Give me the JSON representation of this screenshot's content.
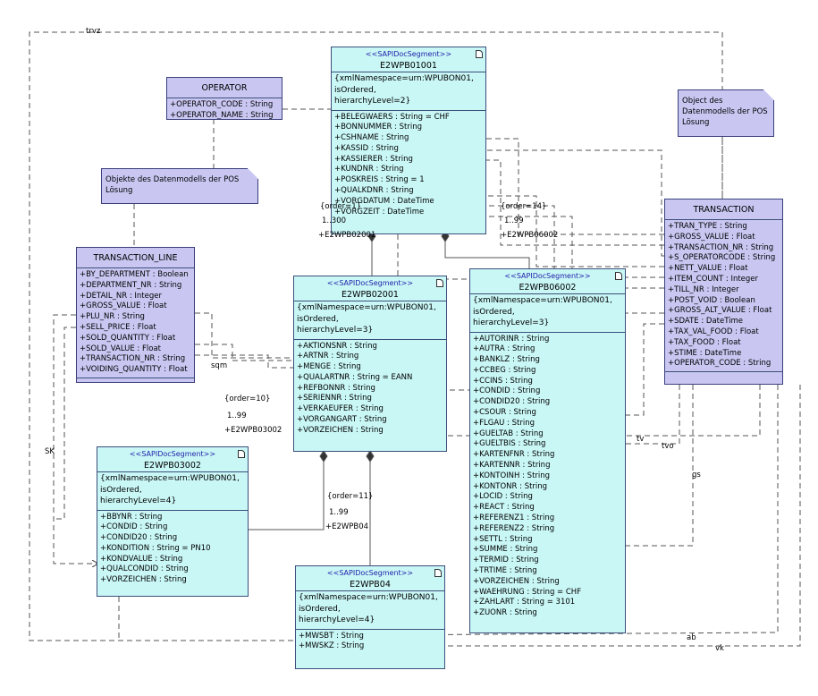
{
  "labels": {
    "trvz": "trvz",
    "sqm": "sqm",
    "sk": "SK",
    "tv": "tv",
    "tvo": "tvo",
    "gs": "gs",
    "ab": "ab",
    "vk": "vk",
    "order1": "{order=1}",
    "mult1": "1..300",
    "role1": "+E2WPB02001",
    "order14": "{order=14}",
    "mult14": "1..99",
    "role14": "+E2WPB06002",
    "order10": "{order=10}",
    "mult10": "1..99",
    "role10": "+E2WPB03002",
    "order11": "{order=11}",
    "mult11": "1..99",
    "role11": "+E2WPB04"
  },
  "notes": {
    "pos_left": "Objekte des Datenmodells der POS Lösung",
    "pos_right": "Object des Datenmodells der POS Lösung"
  },
  "classes": {
    "operator": {
      "name": "OPERATOR",
      "attrs": [
        "+OPERATOR_CODE : String",
        "+OPERATOR_NAME : String"
      ]
    },
    "transaction_line": {
      "name": "TRANSACTION_LINE",
      "attrs": [
        "+BY_DEPARTMENT : Boolean",
        "+DEPARTMENT_NR : String",
        "+DETAIL_NR : Integer",
        "+GROSS_VALUE : Float",
        "+PLU_NR : String",
        "+SELL_PRICE : Float",
        "+SOLD_QUANTITY : Float",
        "+SOLD_VALUE : Float",
        "+TRANSACTION_NR : String",
        "+VOIDING_QUANTITY : Float"
      ]
    },
    "transaction": {
      "name": "TRANSACTION",
      "attrs": [
        "+TRAN_TYPE : String",
        "+GROSS_VALUE : Float",
        "+TRANSACTION_NR : String",
        "+S_OPERATORCODE : String",
        "+NETT_VALUE : Float",
        "+ITEM_COUNT : Integer",
        "+TILL_NR : Integer",
        "+POST_VOID : Boolean",
        "+GROSS_ALT_VALUE : Float",
        "+SDATE : DateTime",
        "+TAX_VAL_FOOD : Float",
        "+TAX_FOOD : Float",
        "+STIME : DateTime",
        "+OPERATOR_CODE : String"
      ]
    }
  },
  "segments": {
    "e2wpb01001": {
      "stereotype": "<<SAPIDocSegment>>",
      "name": "E2WPB01001",
      "tags": [
        "{xmlNamespace=urn:WPUBON01,",
        "isOrdered,",
        "hierarchyLevel=2}"
      ],
      "attrs": [
        "+BELEGWAERS : String = CHF",
        "+BONNUMMER : String",
        "+CSHNAME : String",
        "+KASSID : String",
        "+KASSIERER : String",
        "+KUNDNR : String",
        "+POSKREIS : String = 1",
        "+QUALKDNR : String",
        "+VORGDATUM : DateTime",
        "+VORGZEIT : DateTime"
      ]
    },
    "e2wpb02001": {
      "stereotype": "<<SAPIDocSegment>>",
      "name": "E2WPB02001",
      "tags": [
        "{xmlNamespace=urn:WPUBON01,",
        "isOrdered,",
        "hierarchyLevel=3}"
      ],
      "attrs": [
        "+AKTIONSNR : String",
        "+ARTNR : String",
        "+MENGE : String",
        "+QUALARTNR : String = EANN",
        "+REFBONNR : String",
        "+SERIENNR : String",
        "+VERKAEUFER : String",
        "+VORGANGART : String",
        "+VORZEICHEN : String"
      ]
    },
    "e2wpb06002": {
      "stereotype": "<<SAPIDocSegment>>",
      "name": "E2WPB06002",
      "tags": [
        "{xmlNamespace=urn:WPUBON01,",
        "isOrdered,",
        "hierarchyLevel=3}"
      ],
      "attrs": [
        "+AUTORINR : String",
        "+AUTRA : String",
        "+BANKLZ : String",
        "+CCBEG : String",
        "+CCINS : String",
        "+CONDID : String",
        "+CONDID20 : String",
        "+CSOUR : String",
        "+FLGAU : String",
        "+GUELTAB : String",
        "+GUELTBIS : String",
        "+KARTENFNR : String",
        "+KARTENNR : String",
        "+KONTOINH : String",
        "+KONTONR : String",
        "+LOCID : String",
        "+REACT : String",
        "+REFERENZ1 : String",
        "+REFERENZ2 : String",
        "+SETTL : String",
        "+SUMME : String",
        "+TERMID : String",
        "+TRTIME : String",
        "+VORZEICHEN : String",
        "+WAEHRUNG : String = CHF",
        "+ZAHLART : String = 3101",
        "+ZUONR : String"
      ]
    },
    "e2wpb03002": {
      "stereotype": "<<SAPIDocSegment>>",
      "name": "E2WPB03002",
      "tags": [
        "{xmlNamespace=urn:WPUBON01,",
        "isOrdered,",
        "hierarchyLevel=4}"
      ],
      "attrs": [
        "+BBYNR : String",
        "+CONDID : String",
        "+CONDID20 : String",
        "+KONDITION : String = PN10",
        "+KONDVALUE : String",
        "+QUALCONDID : String",
        "+VORZEICHEN : String"
      ]
    },
    "e2wpb04": {
      "stereotype": "<<SAPIDocSegment>>",
      "name": "E2WPB04",
      "tags": [
        "{xmlNamespace=urn:WPUBON01,",
        "isOrdered,",
        "hierarchyLevel=4}"
      ],
      "attrs": [
        "+MWSBT : String",
        "+MWSKZ : String"
      ]
    }
  }
}
